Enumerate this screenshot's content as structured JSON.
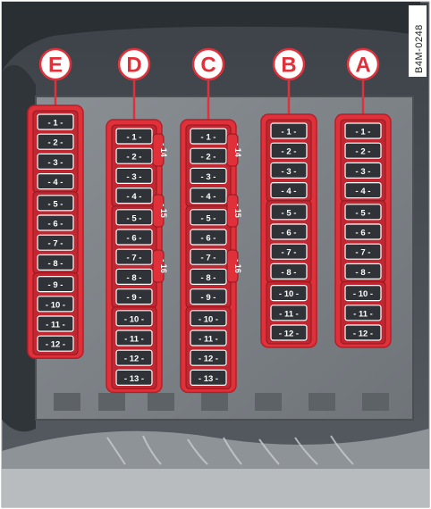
{
  "figure_code": "B4M-0248",
  "highlight_color": "#e0303a",
  "columns": [
    {
      "letter": "E",
      "groups": [
        [
          "1",
          "2",
          "3",
          "4"
        ],
        [
          "5",
          "6",
          "7",
          "8"
        ],
        [
          "9",
          "10",
          "11",
          "12"
        ]
      ],
      "side_labels": []
    },
    {
      "letter": "D",
      "groups": [
        [
          "1",
          "2",
          "3",
          "4"
        ],
        [
          "5",
          "6",
          "7",
          "8",
          "9"
        ],
        [
          "10",
          "11",
          "12",
          "13"
        ]
      ],
      "side_labels": [
        "14",
        "15",
        "16"
      ]
    },
    {
      "letter": "C",
      "groups": [
        [
          "1",
          "2",
          "3",
          "4"
        ],
        [
          "5",
          "6",
          "7",
          "8",
          "9"
        ],
        [
          "10",
          "11",
          "12",
          "13"
        ]
      ],
      "side_labels": [
        "14",
        "15",
        "16"
      ]
    },
    {
      "letter": "B",
      "groups": [
        [
          "1",
          "2",
          "3",
          "4"
        ],
        [
          "5",
          "6",
          "7",
          "8"
        ],
        [
          "10",
          "11",
          "12"
        ]
      ],
      "side_labels": []
    },
    {
      "letter": "A",
      "groups": [
        [
          "1",
          "2",
          "3",
          "4"
        ],
        [
          "5",
          "6",
          "7",
          "8"
        ],
        [
          "10",
          "11",
          "12"
        ]
      ],
      "side_labels": []
    }
  ]
}
